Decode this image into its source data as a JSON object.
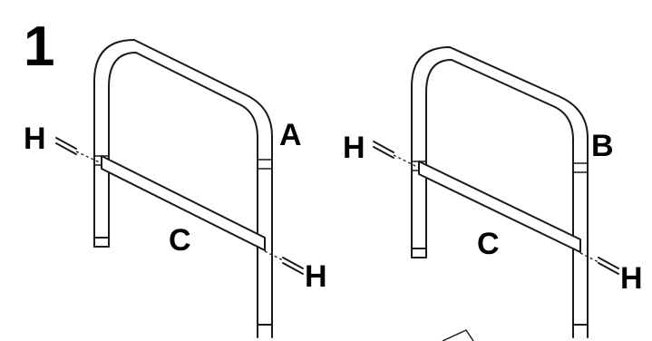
{
  "step_number": "1",
  "labels": {
    "frame_left": "A",
    "frame_right": "B",
    "bar_left": "C",
    "bar_right": "C",
    "bolt_left_top": "H",
    "bolt_left_bottom": "H",
    "bolt_right_top": "H",
    "bolt_right_bottom": "H"
  }
}
